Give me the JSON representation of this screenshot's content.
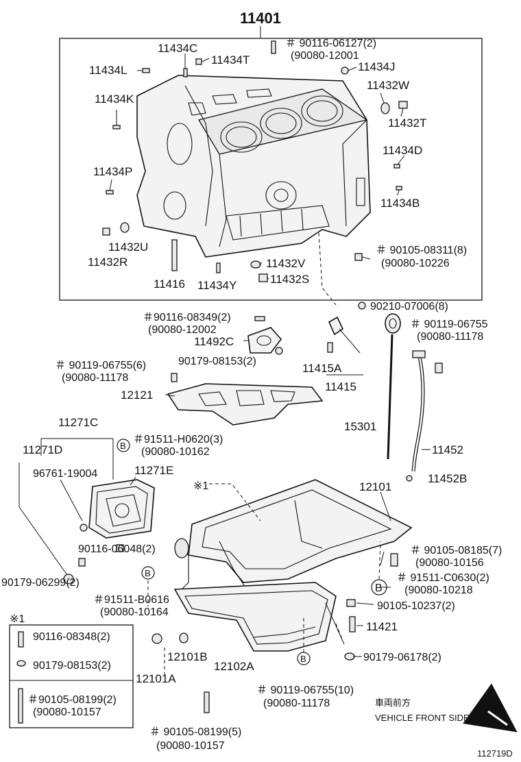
{
  "labels": {
    "block": "11401",
    "c11434C": "11434C",
    "c11434T": "11434T",
    "c11434L": "11434L",
    "c11434K": "11434K",
    "c11434P": "11434P",
    "c11434J": "11434J",
    "c11432W": "11432W",
    "c11432T": "11432T",
    "c11434D": "11434D",
    "c11434B": "11434B",
    "c11432U": "11432U",
    "c11432R": "11432R",
    "c11416": "11416",
    "c11434Y": "11434Y",
    "c11432V": "11432V",
    "c11432S": "11432S",
    "top_bolt_a": "＃ 90116-06127(2)",
    "top_bolt_b": "(90080-12001",
    "side_bolt_a": "＃ 90105-08311(8)",
    "side_bolt_b": "(90080-10226",
    "washer": "90210-07006(8)",
    "stud_a": "＃90116-08349(2)",
    "stud_b": "(90080-12002",
    "c11492C": "11492C",
    "nut2": "90179-08153(2)",
    "c11415A": "11415A",
    "c11415": "11415",
    "bolt6_a": "＃ 90119-06755(6)",
    "bolt6_b": "(90080-11178",
    "c12121": "12121",
    "rbolt_a": "＃ 90119-06755",
    "rbolt_b": "(90080-11178",
    "c15301": "15301",
    "c11452": "11452",
    "c11452B": "11452B",
    "c11271C": "11271C",
    "c11271D": "11271D",
    "seal": "96761-19004",
    "c11271E": "11271E",
    "h0620_a": "＃91511-H0620(3)",
    "h0620_b": "(90080-10162",
    "ref1": "※1",
    "c12101": "12101",
    "stud_left": "90116-06048(2)",
    "nut_left": "90179-06299(2)",
    "b0616_a": "＃91511-B0616",
    "b0616_b": "(90080-10164",
    "b08185_a": "＃ 90105-08185(7)",
    "b08185_b": "(90080-10156",
    "c0630_a": "＃ 91511-C0630(2)",
    "c0630_b": "(90080-10218",
    "bolt_10237": "90105-10237(2)",
    "c11421": "11421",
    "nut_06178": "90179-06178(2)",
    "c12101B": "12101B",
    "c12102A": "12102A",
    "c12101A": "12101A",
    "b10_a": "＃ 90119-06755(10)",
    "b10_b": "(90080-11178",
    "b5_a": "＃ 90105-08199(5)",
    "b5_b": "(90080-10157",
    "note_title": "※1",
    "note_stud": "90116-08348(2)",
    "note_nut": "90179-08153(2)",
    "note_bolt_a": "＃90105-08199(2)",
    "note_bolt_b": "(90080-10157",
    "front_jp": "車両前方",
    "front_en": "VEHICLE FRONT SIDE",
    "fig_no": "112719D",
    "b_mark": "B"
  }
}
